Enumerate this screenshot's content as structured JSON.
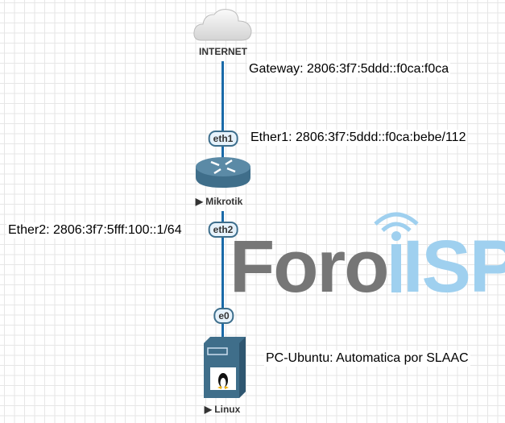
{
  "nodes": {
    "internet": {
      "label": "INTERNET"
    },
    "router": {
      "label": "Mikrotik"
    },
    "pc": {
      "label": "Linux"
    }
  },
  "ports": {
    "eth1": "eth1",
    "eth2": "eth2",
    "e0": "e0"
  },
  "notes": {
    "gateway": "Gateway: 2806:3f7:5ddd::f0ca:f0ca",
    "ether1": "Ether1: 2806:3f7:5ddd::f0ca:bebe/112",
    "ether2": "Ether2: 2806:3f7:5fff:100::1/64",
    "pc": "PC-Ubuntu: Automatica por SLAAC"
  },
  "watermark": {
    "text_gray": "Foro",
    "text_blue": "ISP"
  },
  "colors": {
    "link": "#1a6aa8",
    "device": "#3f6e8a",
    "logo_gray": "#767676",
    "logo_blue": "#9fd0ef"
  }
}
